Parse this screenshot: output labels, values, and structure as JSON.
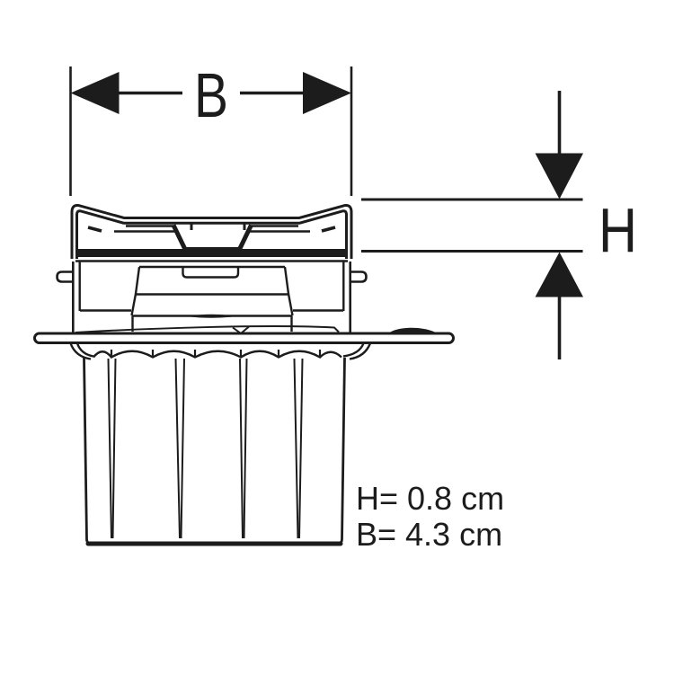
{
  "diagram": {
    "dimension_b": {
      "label": "B",
      "text": "B= 4.3 cm"
    },
    "dimension_h": {
      "label": "H",
      "text": "H= 0.8 cm"
    },
    "colors": {
      "line": "#1c1c1c",
      "background": "#ffffff"
    }
  }
}
